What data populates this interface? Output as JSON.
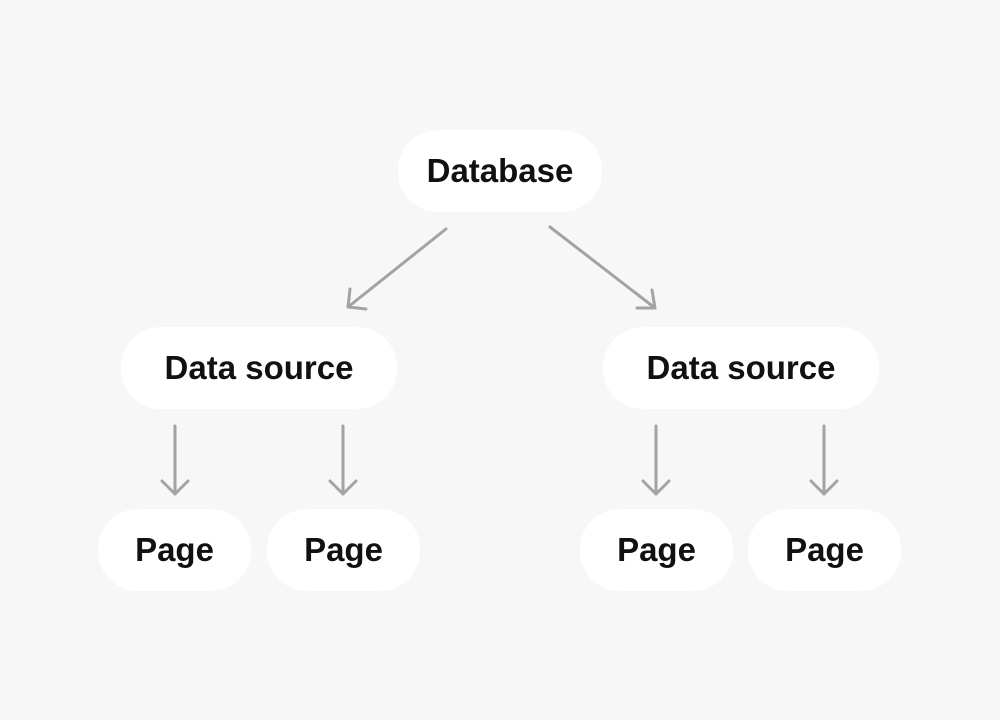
{
  "colors": {
    "background": "#f7f7f7",
    "node_fill": "#ffffff",
    "text": "#111111",
    "arrow": "#a3a3a3"
  },
  "nodes": {
    "database": "Database",
    "data_source_left": "Data source",
    "data_source_right": "Data source",
    "page_1": "Page",
    "page_2": "Page",
    "page_3": "Page",
    "page_4": "Page"
  }
}
